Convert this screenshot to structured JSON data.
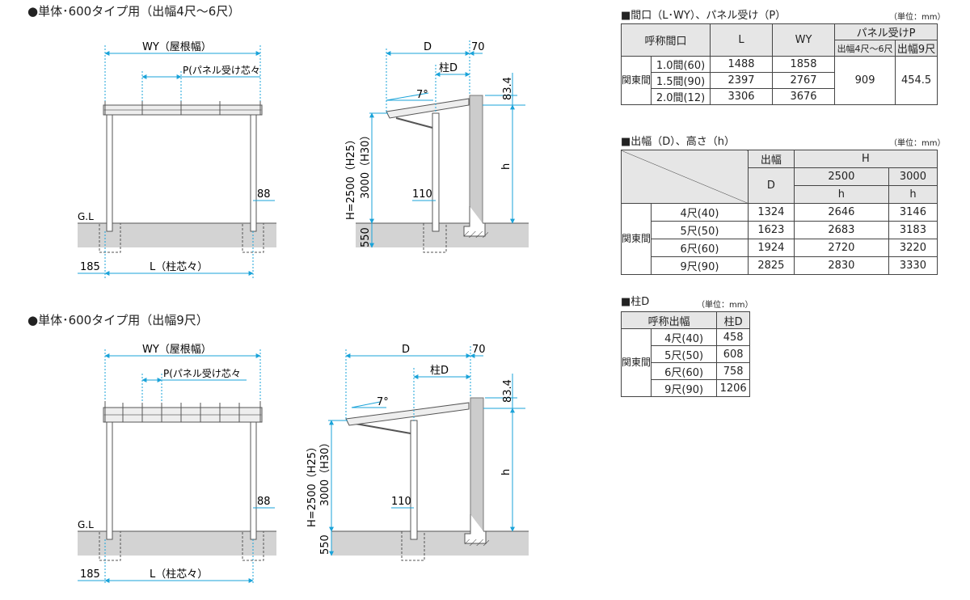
{
  "sections": [
    {
      "title": "●単体･600タイプ用（出幅4尺〜6尺）"
    },
    {
      "title": "●単体･600タイプ用（出幅9尺）"
    }
  ],
  "diagram_labels": {
    "wy": "WY（屋根幅）",
    "p": "P(パネル受け芯々",
    "gl": "G.L",
    "dim_88": "88",
    "dim_185": "185",
    "l": "L（柱芯々）",
    "d": "D",
    "dim_70": "70",
    "post_d": "柱D",
    "angle": "7°",
    "dim_83_4": "83.4",
    "h": "h",
    "height": "H=2500（H25）",
    "height2": "3000（H30）",
    "dim_110": "110",
    "dim_550": "550"
  },
  "table1": {
    "title": "■間口（L･WY）、パネル受け（P）",
    "unit": "（単位：mm）",
    "headers": {
      "name": "呼称間口",
      "l": "L",
      "wy": "WY",
      "panel": "パネル受けP",
      "p1": "出幅4尺〜6尺",
      "p2": "出幅9尺"
    },
    "group": "関東間",
    "rows": [
      {
        "name": "1.0間(60)",
        "l": "1488",
        "wy": "1858"
      },
      {
        "name": "1.5間(90)",
        "l": "2397",
        "wy": "2767"
      },
      {
        "name": "2.0間(12)",
        "l": "3306",
        "wy": "3676"
      }
    ],
    "p_values": {
      "p1": "909",
      "p2": "454.5"
    }
  },
  "table2": {
    "title": "■出幅（D）、高さ（h）",
    "unit": "（単位：mm）",
    "headers": {
      "out": "出幅",
      "h_upper": "H",
      "d": "D",
      "h2500": "2500",
      "h3000": "3000",
      "h_lower1": "h",
      "h_lower2": "h"
    },
    "group": "関東間",
    "rows": [
      {
        "name": "4尺(40)",
        "d": "1324",
        "h25": "2646",
        "h30": "3146"
      },
      {
        "name": "5尺(50)",
        "d": "1623",
        "h25": "2683",
        "h30": "3183"
      },
      {
        "name": "6尺(60)",
        "d": "1924",
        "h25": "2720",
        "h30": "3220"
      },
      {
        "name": "9尺(90)",
        "d": "2825",
        "h25": "2830",
        "h30": "3330"
      }
    ]
  },
  "table3": {
    "title": "■柱D",
    "unit": "（単位：mm）",
    "headers": {
      "name": "呼称出幅",
      "d": "柱D"
    },
    "group": "関東間",
    "rows": [
      {
        "name": "4尺(40)",
        "d": "458"
      },
      {
        "name": "5尺(50)",
        "d": "608"
      },
      {
        "name": "6尺(60)",
        "d": "758"
      },
      {
        "name": "9尺(90)",
        "d": "1206"
      }
    ]
  },
  "colors": {
    "dimension": "#1aa3d9",
    "ground": "#d3d3d3",
    "frame": "#555555"
  }
}
